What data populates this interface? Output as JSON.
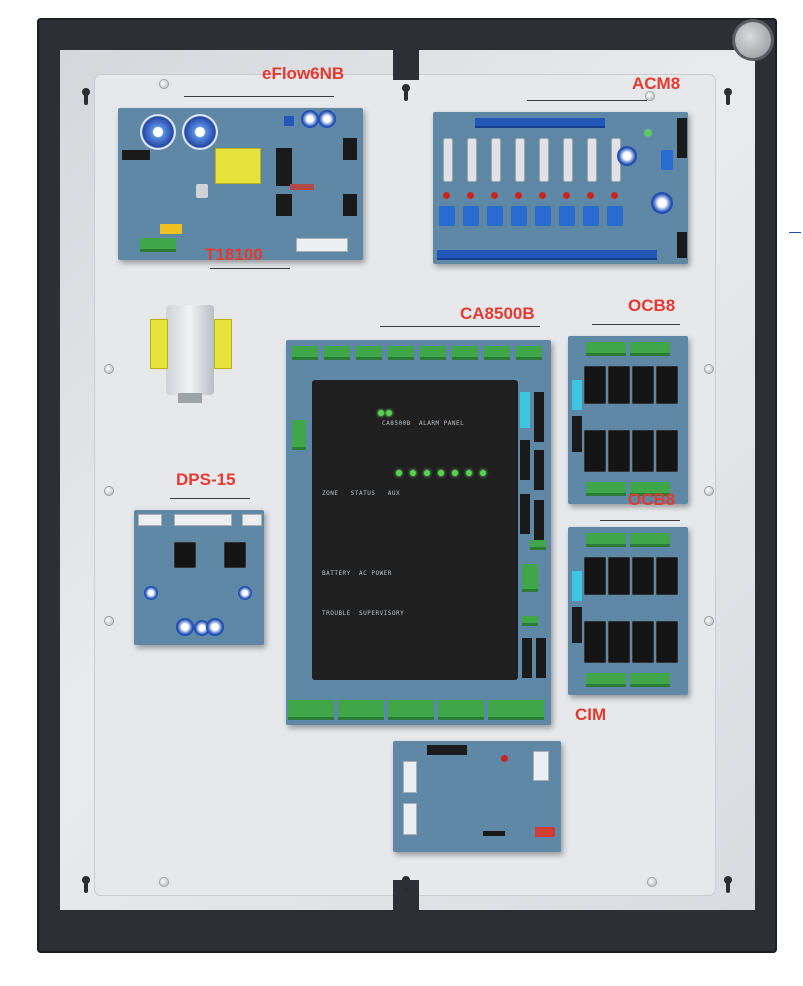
{
  "title": "",
  "labels": {
    "eflow": "eFlow6NB",
    "acm8": "ACM8",
    "transformer": "T18100",
    "ca8500b": "CA8500B",
    "ocb8_top": "OCB8",
    "ocb8_bottom": "OCB8",
    "dps15": "DPS-15",
    "cim": "CIM"
  },
  "colors": {
    "label_red": "#e53a2f",
    "enclosure": "#2c2f33",
    "board_blue": "#5f87a6",
    "terminal_green": "#3fa74a",
    "terminal_blue": "#2257b8"
  },
  "icons": {
    "mount": "keyhole-icon",
    "tamper": "tamper-switch-icon"
  }
}
